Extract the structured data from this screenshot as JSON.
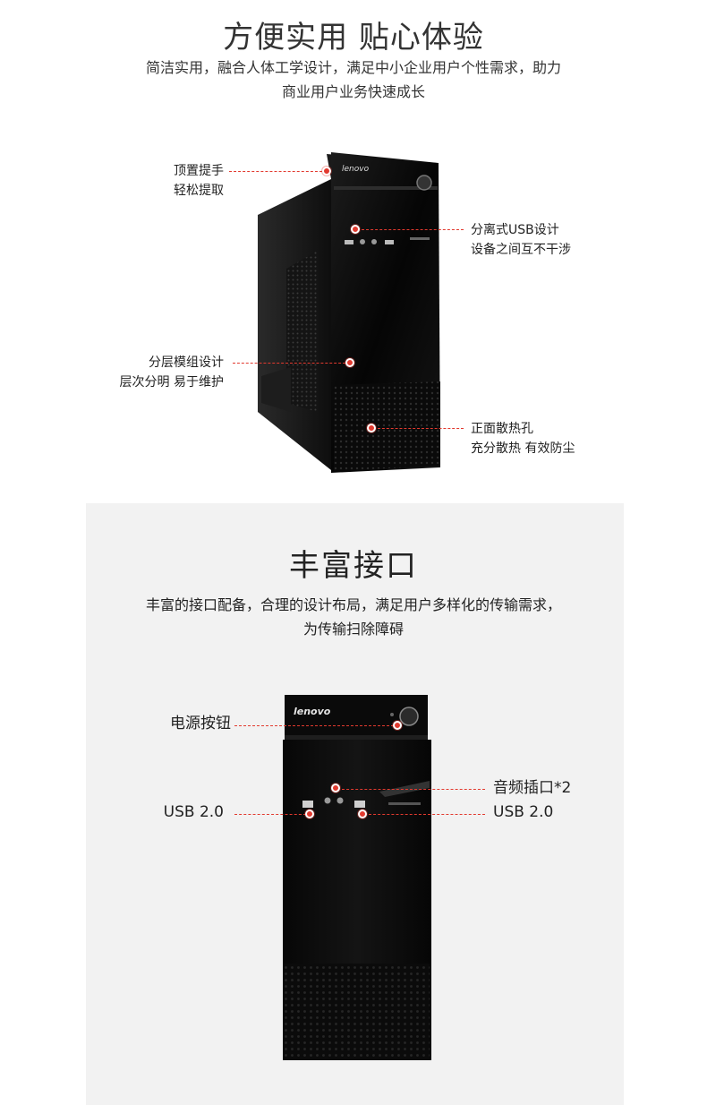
{
  "section1": {
    "title": "方便实用 贴心体验",
    "subtitle_line1": "简洁实用，融合人体工学设计，满足中小企业用户个性需求，助力",
    "subtitle_line2": "商业用户业务快速成长",
    "logo": "lenovo",
    "callouts": [
      {
        "line1": "顶置提手",
        "line2": "轻松提取"
      },
      {
        "line1": "分离式USB设计",
        "line2": "设备之间互不干涉"
      },
      {
        "line1": "分层模组设计",
        "line2": "层次分明 易于维护"
      },
      {
        "line1": "正面散热孔",
        "line2": "充分散热 有效防尘"
      }
    ]
  },
  "section2": {
    "title": "丰富接口",
    "subtitle_line1": "丰富的接口配备，合理的设计布局，满足用户多样化的传输需求，",
    "subtitle_line2": "为传输扫除障碍",
    "logo": "lenovo",
    "callouts": [
      {
        "label": "电源按钮"
      },
      {
        "label": "音频插口*2"
      },
      {
        "label": "USB 2.0"
      },
      {
        "label": "USB 2.0"
      }
    ]
  },
  "colors": {
    "accent": "#e23a2f",
    "panel_bg": "#f2f2f2",
    "case_black": "#0d0d0d"
  }
}
